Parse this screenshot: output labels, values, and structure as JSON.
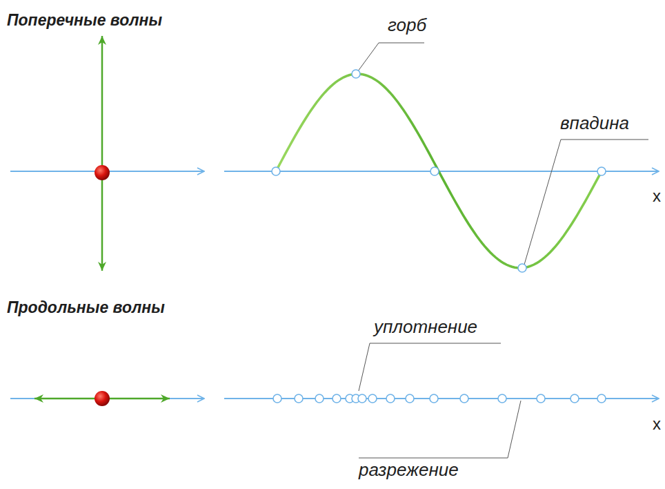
{
  "diagram": {
    "labels": [
      "Поперечные волны",
      "горб",
      "впадина",
      "x",
      "Продольные волны",
      "уплотнение",
      "разрежение",
      "x"
    ]
  }
}
